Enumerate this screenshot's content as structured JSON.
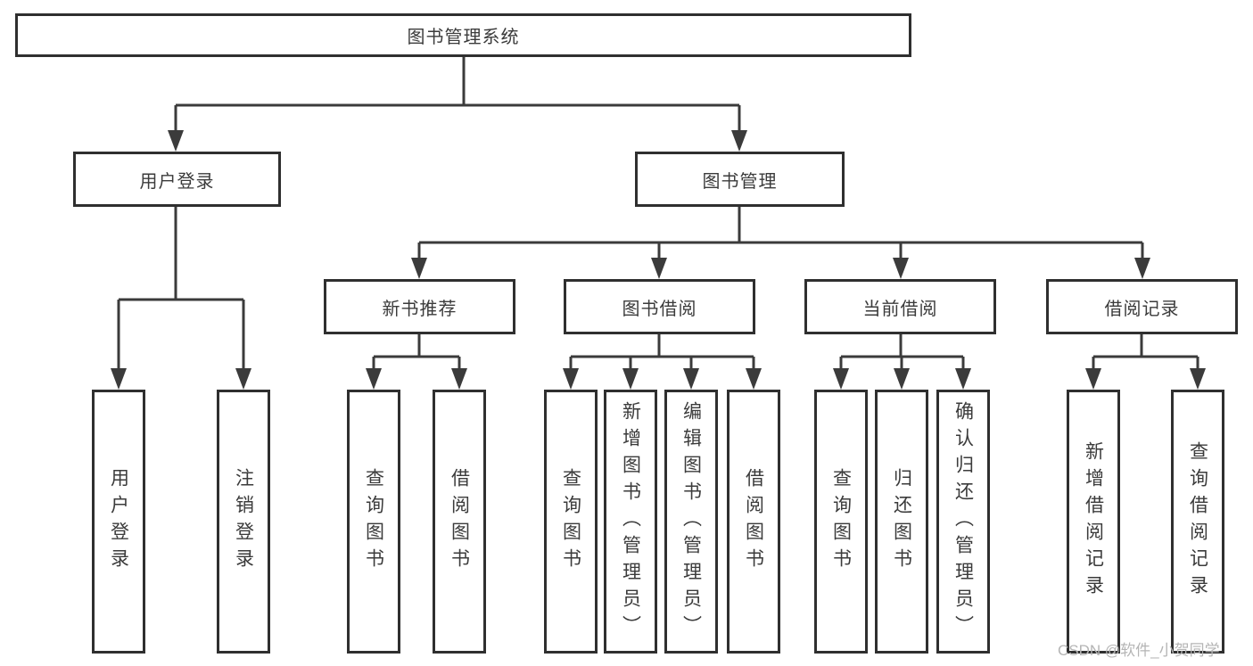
{
  "diagram": {
    "root": {
      "label": "图书管理系统"
    },
    "level1": [
      {
        "label": "用户登录"
      },
      {
        "label": "图书管理"
      }
    ],
    "level2": [
      {
        "label": "新书推荐"
      },
      {
        "label": "图书借阅"
      },
      {
        "label": "当前借阅"
      },
      {
        "label": "借阅记录"
      }
    ],
    "leaves": {
      "user": [
        "用户登录",
        "注销登录"
      ],
      "newbook": [
        "查询图书",
        "借阅图书"
      ],
      "borrow": [
        "查询图书",
        "新增图书（管理员）",
        "编辑图书（管理员）",
        "借阅图书"
      ],
      "current": [
        "查询图书",
        "归还图书",
        "确认归还（管理员）"
      ],
      "records": [
        "新增借阅记录",
        "查询借阅记录"
      ]
    }
  },
  "watermark": {
    "text": "CSDN @软件_小贺同学"
  },
  "colors": {
    "line": "#3b3b3b",
    "border": "#2f2f2f",
    "text": "#3b3b3b",
    "watermark": "#b5b5b5"
  }
}
